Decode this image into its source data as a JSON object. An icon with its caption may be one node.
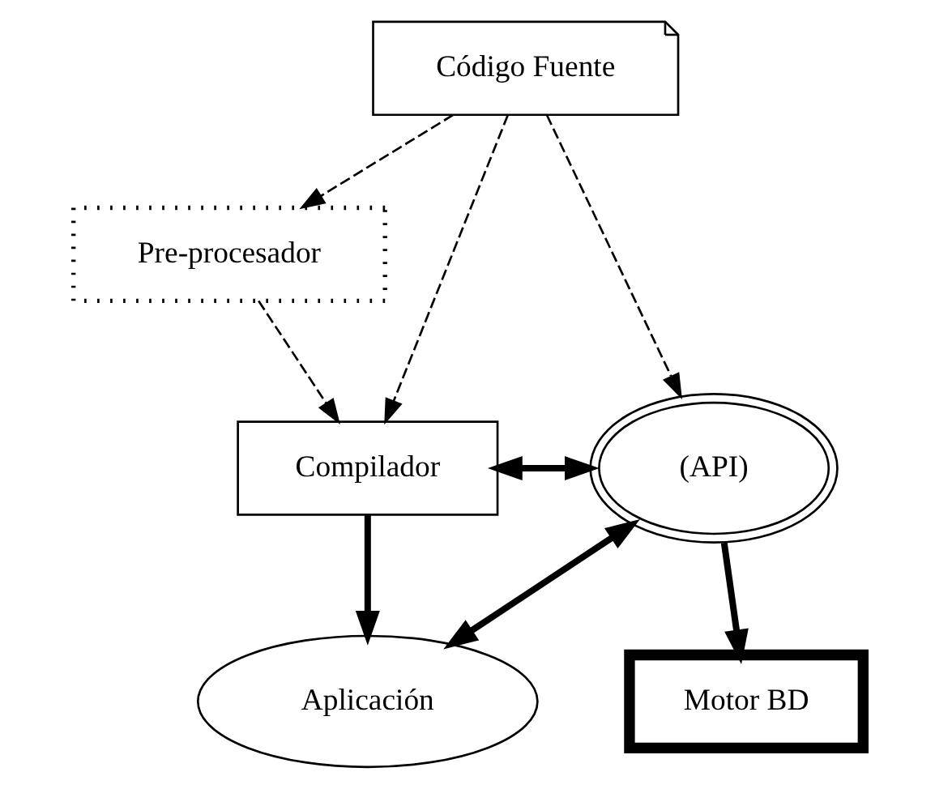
{
  "diagram": {
    "nodes": [
      {
        "text": [
          "Código Fuente"
        ]
      },
      {
        "text": [
          "Pre-procesador"
        ]
      },
      {
        "text": [
          "(API)"
        ]
      },
      {
        "text": [
          "Compilador"
        ]
      },
      {
        "text": [
          "Aplicación"
        ]
      },
      {
        "text": [
          "Motor BD"
        ]
      }
    ],
    "edges": [
      {
        "from": 0,
        "to": 1,
        "arrow": "to",
        "style": "dashed"
      },
      {
        "from": 0,
        "to": 3,
        "arrow": "to",
        "style": "dashed"
      },
      {
        "from": 0,
        "to": 2,
        "arrow": "to",
        "style": "dashed"
      },
      {
        "from": 1,
        "to": 3,
        "arrow": "to",
        "style": "dashed"
      },
      {
        "from": 3,
        "to": 2,
        "arrow": "both",
        "style": "thick"
      },
      {
        "from": 4,
        "to": 2,
        "arrow": "both",
        "style": "thick"
      },
      {
        "from": 2,
        "to": 5,
        "arrow": "to",
        "style": "thick"
      },
      {
        "from": 3,
        "to": 4,
        "arrow": "to",
        "style": "thick"
      }
    ]
  }
}
